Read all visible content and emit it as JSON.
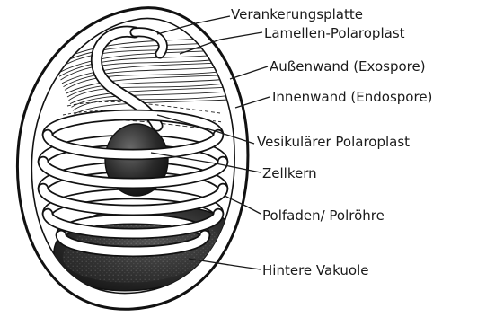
{
  "labels": [
    {
      "key": "anchoring",
      "text": "Verankerungsplatte"
    },
    {
      "key": "lamellar",
      "text": "Lamellen-Polaroplast"
    },
    {
      "key": "exospore",
      "text": "Außenwand (Exospore)"
    },
    {
      "key": "endospore",
      "text": "Innenwand (Endospore)"
    },
    {
      "key": "vesicular",
      "text": "Vesikulärer Polaroplast"
    },
    {
      "key": "nucleus",
      "text": "Zellkern"
    },
    {
      "key": "polar_tube",
      "text": "Polfaden/ Polröhre"
    },
    {
      "key": "vacuole",
      "text": "Hintere Vakuole"
    }
  ],
  "colors": {
    "ink": "#111111",
    "background": "#ffffff",
    "shading": "#2b2b2b"
  }
}
